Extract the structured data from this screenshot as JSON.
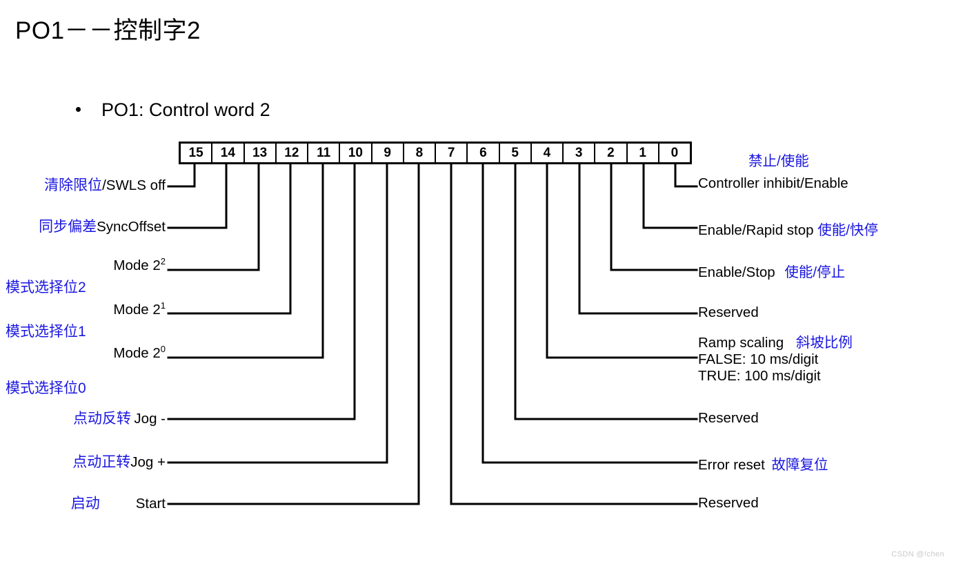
{
  "page": {
    "title": "PO1－－控制字2",
    "bullet_text": "PO1: Control word 2",
    "watermark": "CSDN @!chen",
    "accent_cn_color": "#1a16e0",
    "line_color": "#000000",
    "background": "#ffffff"
  },
  "bit_table": {
    "bits": [
      "15",
      "14",
      "13",
      "12",
      "11",
      "10",
      "9",
      "8",
      "7",
      "6",
      "5",
      "4",
      "3",
      "2",
      "1",
      "0"
    ]
  },
  "left_labels": [
    {
      "bit": "15",
      "cn": "清除限位",
      "en": "/SWLS off"
    },
    {
      "bit": "14",
      "cn": "同步偏差",
      "en": "SyncOffset"
    },
    {
      "bit": "13",
      "en": "Mode 2",
      "sup": "2",
      "cn": "模式选择位2"
    },
    {
      "bit": "12",
      "en": "Mode 2",
      "sup": "1",
      "cn": "模式选择位1"
    },
    {
      "bit": "11",
      "en": "Mode 2",
      "sup": "0",
      "cn": "模式选择位0"
    },
    {
      "bit": "10",
      "cn": "点动反转",
      "en": "Jog -"
    },
    {
      "bit": "9",
      "cn": "点动正转",
      "en": "Jog +"
    },
    {
      "bit": "8",
      "cn": "启动",
      "en": "Start"
    }
  ],
  "right_labels": [
    {
      "bit": "0",
      "en": "Controller inhibit/Enable",
      "cn": "禁止/使能",
      "cn_position": "above"
    },
    {
      "bit": "1",
      "en": "Enable/Rapid stop",
      "cn": "使能/快停",
      "cn_position": "after"
    },
    {
      "bit": "2",
      "en": "Enable/Stop",
      "cn": "使能/停止",
      "cn_position": "after"
    },
    {
      "bit": "3",
      "en": "Reserved",
      "cn": "",
      "cn_position": "none"
    },
    {
      "bit": "4",
      "en": "Ramp scaling",
      "cn": "斜坡比例",
      "cn_position": "after",
      "extra_lines": [
        "FALSE: 10 ms/digit",
        "TRUE: 100 ms/digit"
      ]
    },
    {
      "bit": "5",
      "en": "Reserved",
      "cn": "",
      "cn_position": "none"
    },
    {
      "bit": "6",
      "en": "Error reset",
      "cn": "故障复位",
      "cn_position": "after"
    },
    {
      "bit": "7",
      "en": "Reserved",
      "cn": "",
      "cn_position": "none"
    }
  ]
}
